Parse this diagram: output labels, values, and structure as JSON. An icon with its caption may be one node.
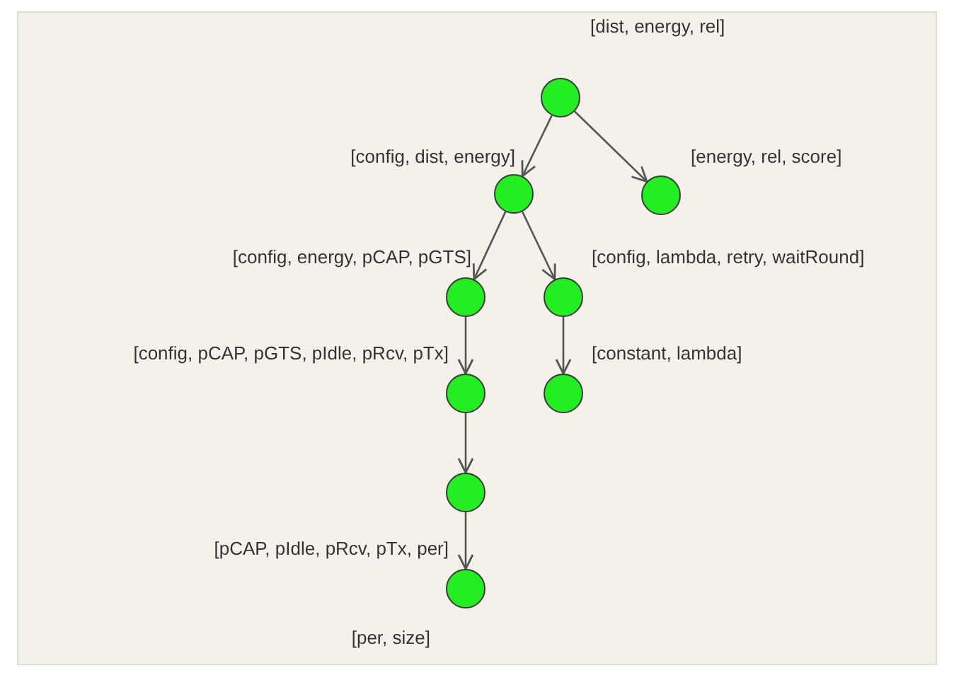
{
  "diagram": {
    "nodes": [
      {
        "text": [],
        "shape": "circle",
        "beside": [
          "[dist, energy, rel]"
        ]
      },
      {
        "text": [],
        "shape": "circle",
        "beside": [
          "[config, dist, energy]"
        ]
      },
      {
        "text": [],
        "shape": "circle",
        "beside": [
          "[energy, rel, score]"
        ]
      },
      {
        "text": [],
        "shape": "circle",
        "beside": [
          "[config, energy, pCAP, pGTS]"
        ]
      },
      {
        "text": [],
        "shape": "circle",
        "beside": [
          "[config, lambda, retry, waitRound]"
        ]
      },
      {
        "text": [],
        "shape": "circle",
        "beside": [
          "[config, pCAP, pGTS, pIdle, pRcv, pTx]"
        ]
      },
      {
        "text": [],
        "shape": "circle",
        "beside": [
          "[constant, lambda]"
        ]
      },
      {
        "text": [],
        "shape": "circle"
      },
      {
        "text": [],
        "shape": "circle",
        "beside": [
          "[pCAP, pIdle, pRcv, pTx, per]",
          "[per, size]"
        ]
      }
    ],
    "edges": [
      {
        "from": 0,
        "to": 1,
        "arrow": "to"
      },
      {
        "from": 0,
        "to": 2,
        "arrow": "to"
      },
      {
        "from": 1,
        "to": 3,
        "arrow": "to"
      },
      {
        "from": 1,
        "to": 4,
        "arrow": "to"
      },
      {
        "from": 3,
        "to": 5,
        "arrow": "to"
      },
      {
        "from": 4,
        "to": 6,
        "arrow": "to"
      },
      {
        "from": 5,
        "to": 7,
        "arrow": "to"
      },
      {
        "from": 7,
        "to": 8,
        "arrow": "to"
      }
    ]
  }
}
